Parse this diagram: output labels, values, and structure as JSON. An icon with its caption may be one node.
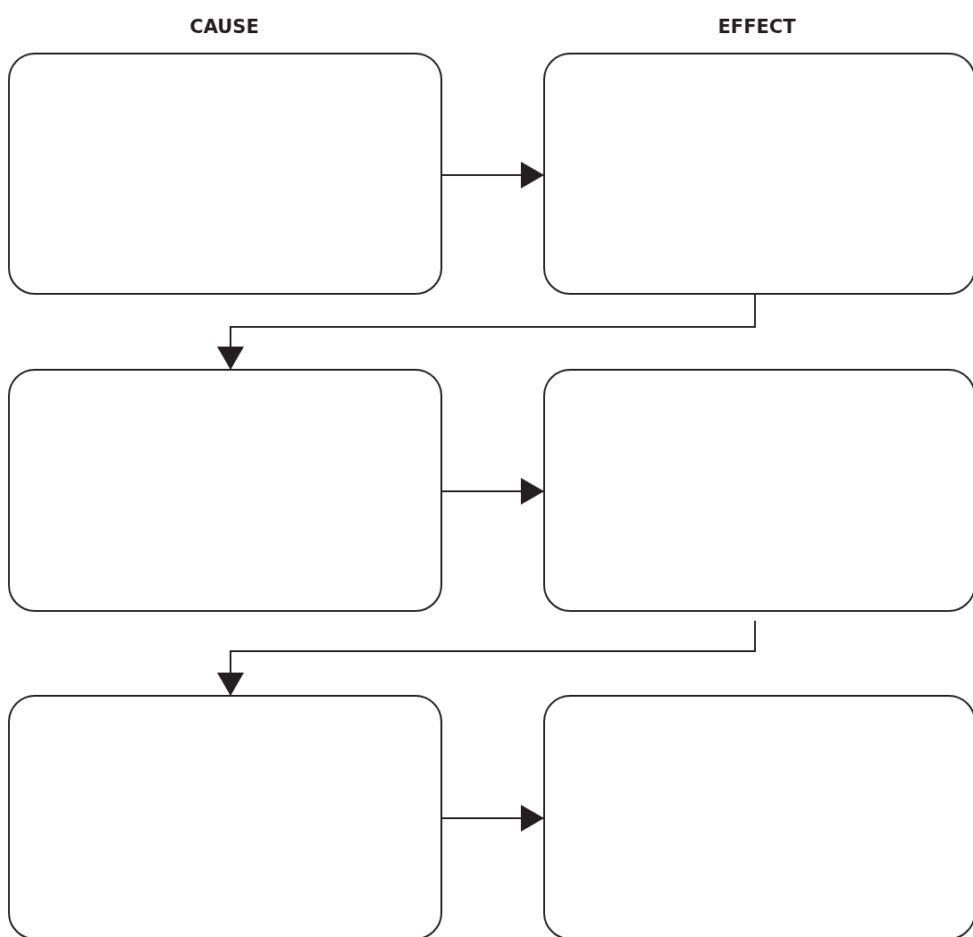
{
  "diagram": {
    "nodes": [
      {
        "text": [],
        "shape": "box"
      },
      {
        "text": [],
        "shape": "box"
      },
      {
        "text": [],
        "shape": "box"
      },
      {
        "text": [],
        "shape": "box"
      },
      {
        "text": [],
        "shape": "box"
      },
      {
        "text": [],
        "shape": "box"
      }
    ],
    "edges": [
      {
        "from": 0,
        "to": 1,
        "arrow": "to"
      },
      {
        "from": 1,
        "to": 2,
        "arrow": "to"
      },
      {
        "from": 2,
        "to": 3,
        "arrow": "to"
      },
      {
        "from": 3,
        "to": 4,
        "arrow": "to"
      },
      {
        "from": 4,
        "to": 5,
        "arrow": "to"
      }
    ],
    "labels": [
      "CAUSE",
      "EFFECT"
    ]
  }
}
